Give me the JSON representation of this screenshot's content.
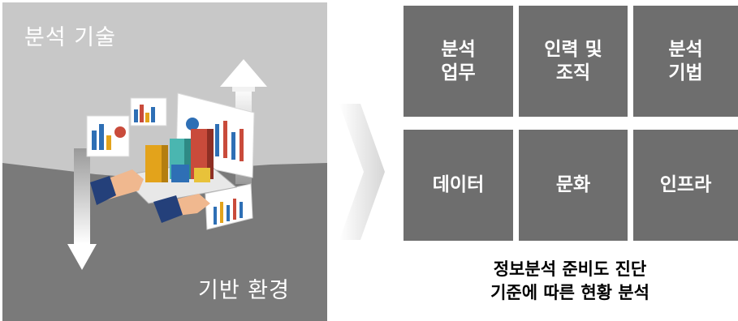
{
  "left": {
    "top_label": "분석 기술",
    "bottom_label": "기반 환경"
  },
  "grid": {
    "cells": [
      {
        "label": "분석\n업무"
      },
      {
        "label": "인력 및\n조직"
      },
      {
        "label": "분석\n기법"
      },
      {
        "label": "데이터"
      },
      {
        "label": "문화"
      },
      {
        "label": "인프라"
      }
    ]
  },
  "caption": "정보분석 준비도 진단\n기준에 따른 현황 분석",
  "colors": {
    "panel_light": "#c8c8c8",
    "panel_dark": "#7a7a7a",
    "cell": "#6e6e6e",
    "arrow": "#e3e3e3"
  }
}
